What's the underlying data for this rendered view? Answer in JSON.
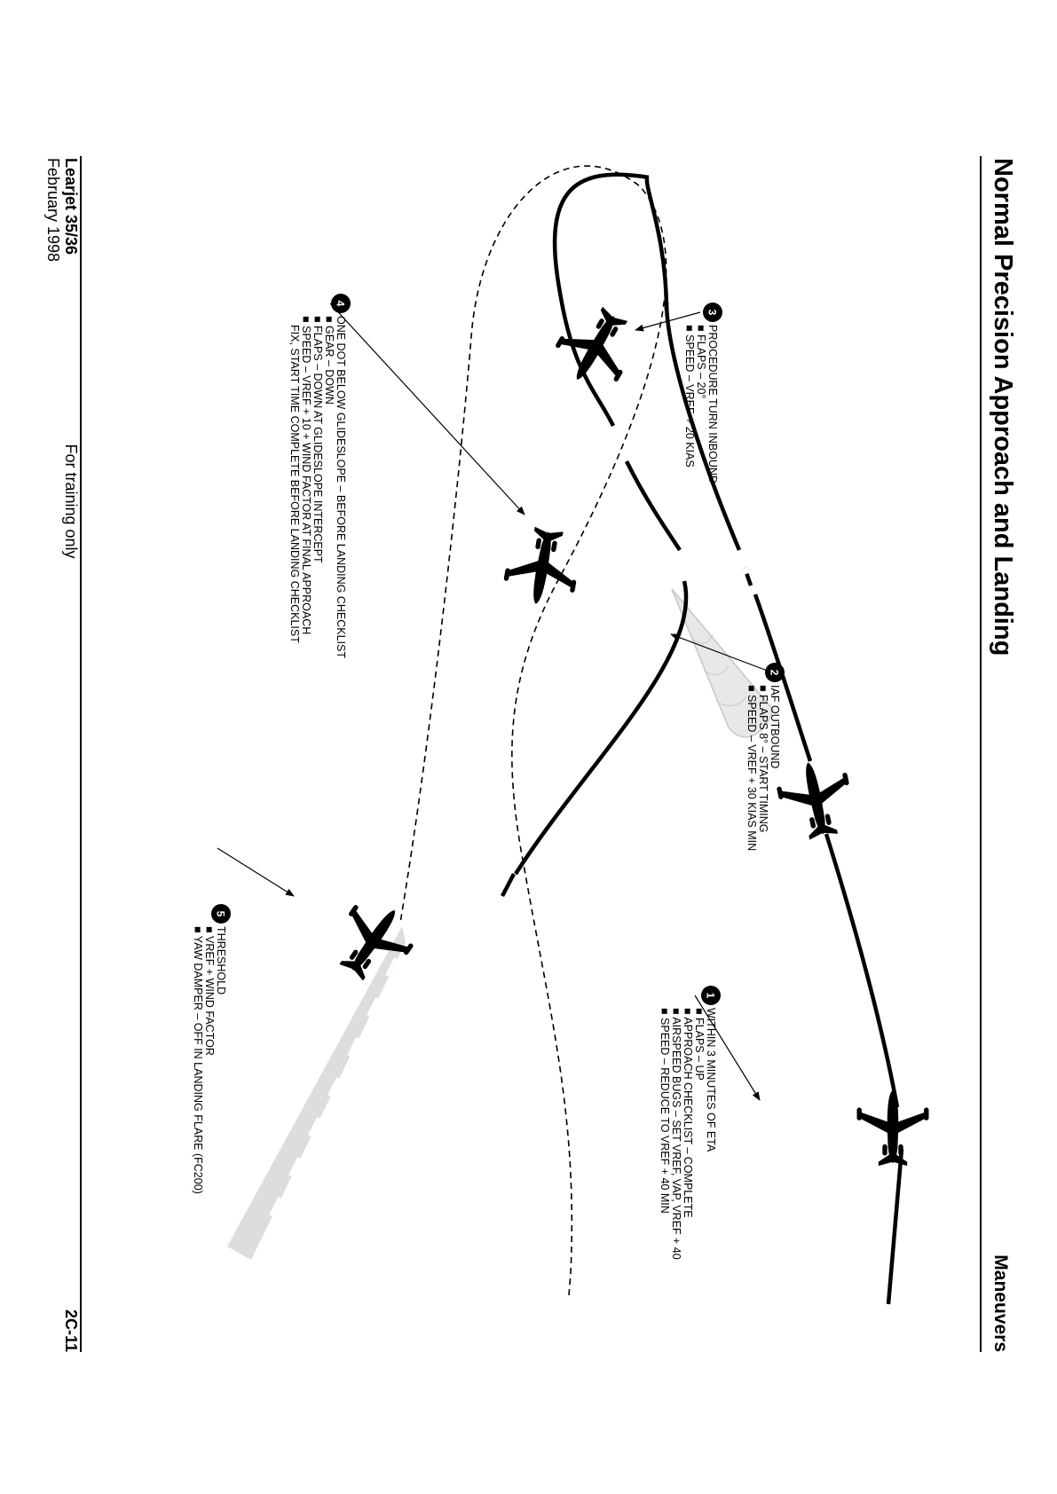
{
  "header": {
    "section": "Maneuvers",
    "title": "Normal Precision Approach and Landing"
  },
  "footer": {
    "aircraft": "Learjet 35/36",
    "date": "February 1998",
    "notice": "For training only",
    "page_number": "2C-11"
  },
  "callouts": [
    {
      "number": "1",
      "lines": [
        "WITHIN 3 MINUTES OF ETA",
        "■ FLAPS – UP",
        "■ APPROACH CHECKLIST – COMPLETE",
        "■ AIRSPEED BUGS – SET VREF, VAP, VREF + 40",
        "■ SPEED – REDUCE TO VREF + 40 MIN"
      ]
    },
    {
      "number": "2",
      "lines": [
        "IAF OUTBOUND",
        "■ FLAPS 8° – START TIMING",
        "■ SPEED – VREF + 30 KIAS MIN"
      ]
    },
    {
      "number": "3",
      "lines": [
        "PROCEDURE TURN INBOUND",
        "■ FLAPS – 20°",
        "■ SPEED – VREF + 20 KIAS"
      ]
    },
    {
      "number": "4",
      "lines": [
        "ONE DOT BELOW GLIDESLOPE – BEFORE LANDING CHECKLIST",
        "■ GEAR – DOWN",
        "■ FLAPS – DOWN AT GLIDESLOPE INTERCEPT",
        "■ SPEED – VREF + 10 + WIND FACTOR AT FINAL APPROACH",
        "FIX, START TIME COMPLETE BEFORE LANDING CHECKLIST"
      ]
    },
    {
      "number": "5",
      "lines": [
        "THRESHOLD",
        "■ VREF + WIND FACTOR",
        "■ YAW DAMPER – OFF IN LANDING FLARE (FC200)"
      ]
    }
  ],
  "colors": {
    "ink": "#000000",
    "beam_fill": "#e4e4e4",
    "beam_stroke": "#c8c8c8",
    "runway": "#dddddd"
  }
}
